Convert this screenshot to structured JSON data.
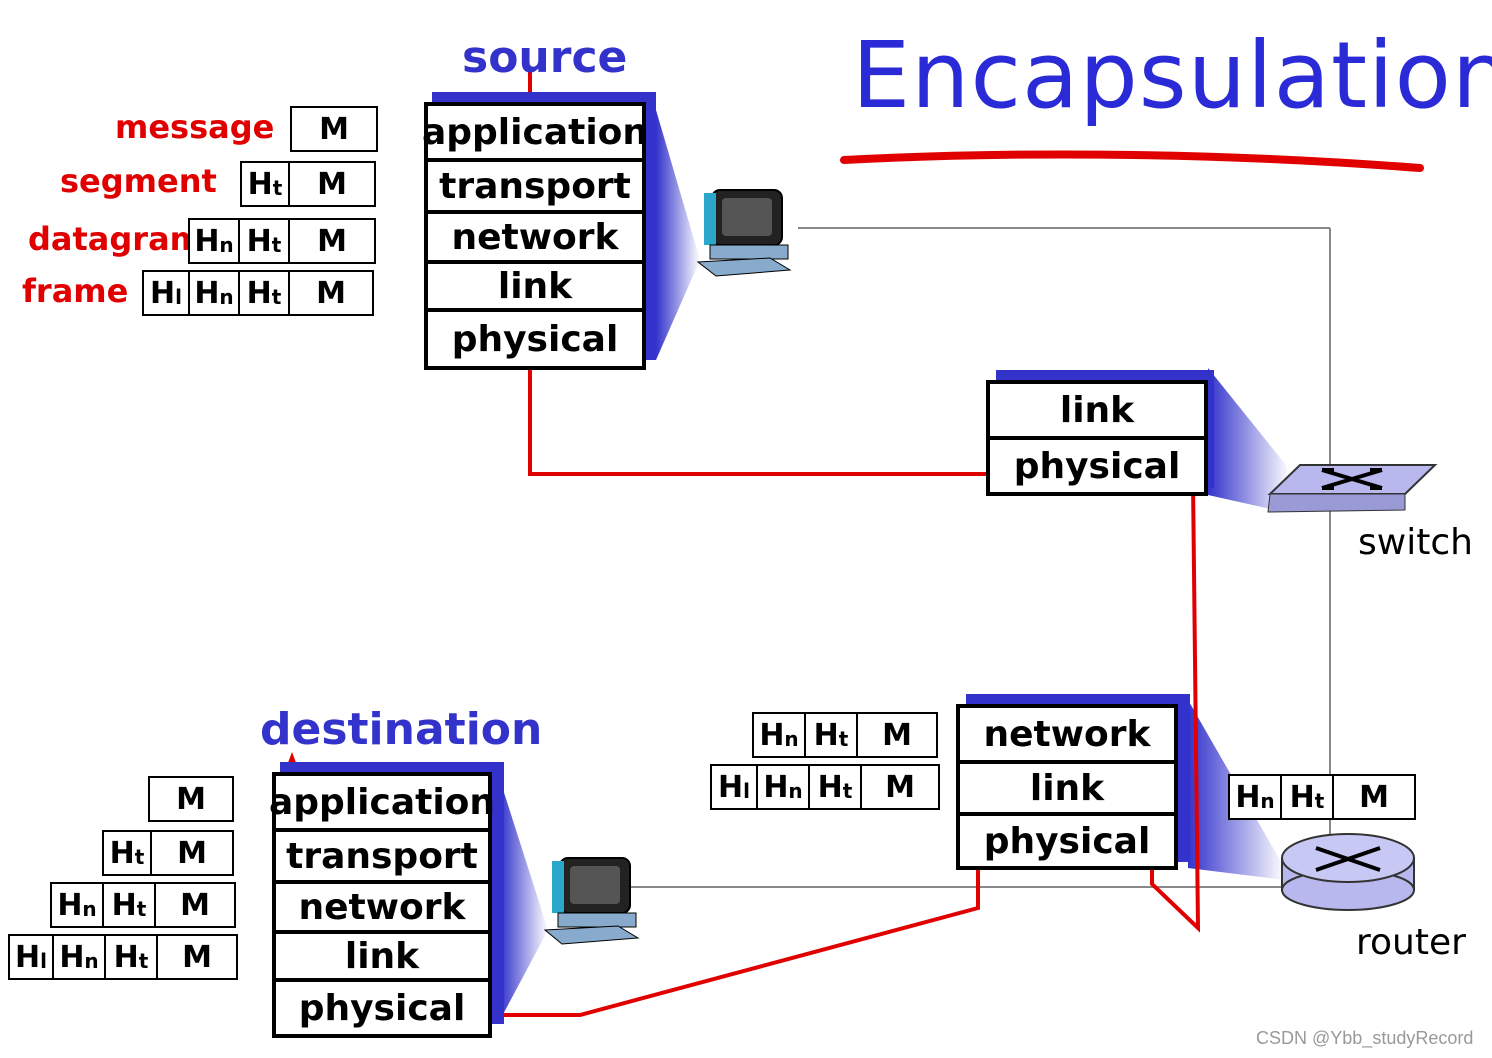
{
  "title": "Encapsulation",
  "labels": {
    "source": "source",
    "destination": "destination",
    "switch": "switch",
    "router": "router"
  },
  "pdu_names": {
    "message": "message",
    "segment": "segment",
    "datagram": "datagram",
    "frame": "frame"
  },
  "source_stack": [
    "application",
    "transport",
    "network",
    "link",
    "physical"
  ],
  "destination_stack": [
    "application",
    "transport",
    "network",
    "link",
    "physical"
  ],
  "switch_stack": [
    "link",
    "physical"
  ],
  "router_stack": [
    "network",
    "link",
    "physical"
  ],
  "headers": {
    "M": "M",
    "H": "H",
    "t": "t",
    "n": "n",
    "l": "l"
  },
  "watermark": "CSDN @Ybb_studyRecord",
  "colors": {
    "title": "#2a2ad6",
    "stack_shadow": "#3333cc",
    "path": "#e00000",
    "pdu_label": "#e00000"
  }
}
